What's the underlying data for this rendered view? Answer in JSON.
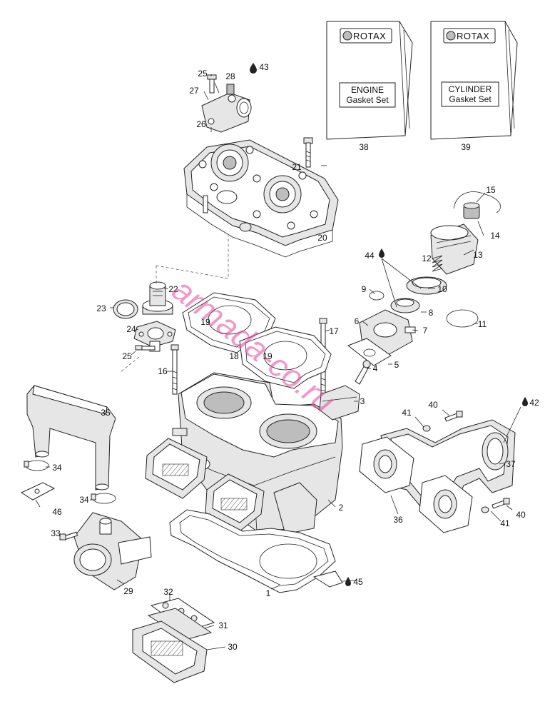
{
  "diagram": {
    "watermark": "armada-co.ru",
    "kits": [
      {
        "brand": "ROTAX",
        "title_line1": "ENGINE",
        "title_line2": "Gasket Set",
        "ref": "38"
      },
      {
        "brand": "ROTAX",
        "title_line1": "CYLINDER",
        "title_line2": "Gasket Set",
        "ref": "39"
      }
    ],
    "callouts": [
      {
        "id": "c25a",
        "text": "25"
      },
      {
        "id": "c28",
        "text": "28"
      },
      {
        "id": "c43",
        "text": "43"
      },
      {
        "id": "c27",
        "text": "27"
      },
      {
        "id": "c26",
        "text": "26"
      },
      {
        "id": "c21",
        "text": "21"
      },
      {
        "id": "c20",
        "text": "20"
      },
      {
        "id": "c15",
        "text": "15"
      },
      {
        "id": "c14",
        "text": "14"
      },
      {
        "id": "c13",
        "text": "13"
      },
      {
        "id": "c12",
        "text": "12"
      },
      {
        "id": "c44",
        "text": "44"
      },
      {
        "id": "c9",
        "text": "9"
      },
      {
        "id": "c10",
        "text": "10"
      },
      {
        "id": "c8",
        "text": "8"
      },
      {
        "id": "c11",
        "text": "11"
      },
      {
        "id": "c6",
        "text": "6"
      },
      {
        "id": "c7",
        "text": "7"
      },
      {
        "id": "c5",
        "text": "5"
      },
      {
        "id": "c4",
        "text": "4"
      },
      {
        "id": "c3",
        "text": "3"
      },
      {
        "id": "c22",
        "text": "22"
      },
      {
        "id": "c23",
        "text": "23"
      },
      {
        "id": "c19a",
        "text": "19"
      },
      {
        "id": "c24",
        "text": "24"
      },
      {
        "id": "c17",
        "text": "17"
      },
      {
        "id": "c25b",
        "text": "25"
      },
      {
        "id": "c18",
        "text": "18"
      },
      {
        "id": "c19b",
        "text": "19"
      },
      {
        "id": "c16",
        "text": "16"
      },
      {
        "id": "c35",
        "text": "35"
      },
      {
        "id": "c41a",
        "text": "41"
      },
      {
        "id": "c40a",
        "text": "40"
      },
      {
        "id": "c42",
        "text": "42"
      },
      {
        "id": "c37",
        "text": "37"
      },
      {
        "id": "c34a",
        "text": "34"
      },
      {
        "id": "c46",
        "text": "46"
      },
      {
        "id": "c34b",
        "text": "34"
      },
      {
        "id": "c2",
        "text": "2"
      },
      {
        "id": "c36",
        "text": "36"
      },
      {
        "id": "c40b",
        "text": "40"
      },
      {
        "id": "c41b",
        "text": "41"
      },
      {
        "id": "c33",
        "text": "33"
      },
      {
        "id": "c29",
        "text": "29"
      },
      {
        "id": "c45",
        "text": "45"
      },
      {
        "id": "c1",
        "text": "1"
      },
      {
        "id": "c32",
        "text": "32"
      },
      {
        "id": "c31",
        "text": "31"
      },
      {
        "id": "c30",
        "text": "30"
      }
    ]
  }
}
